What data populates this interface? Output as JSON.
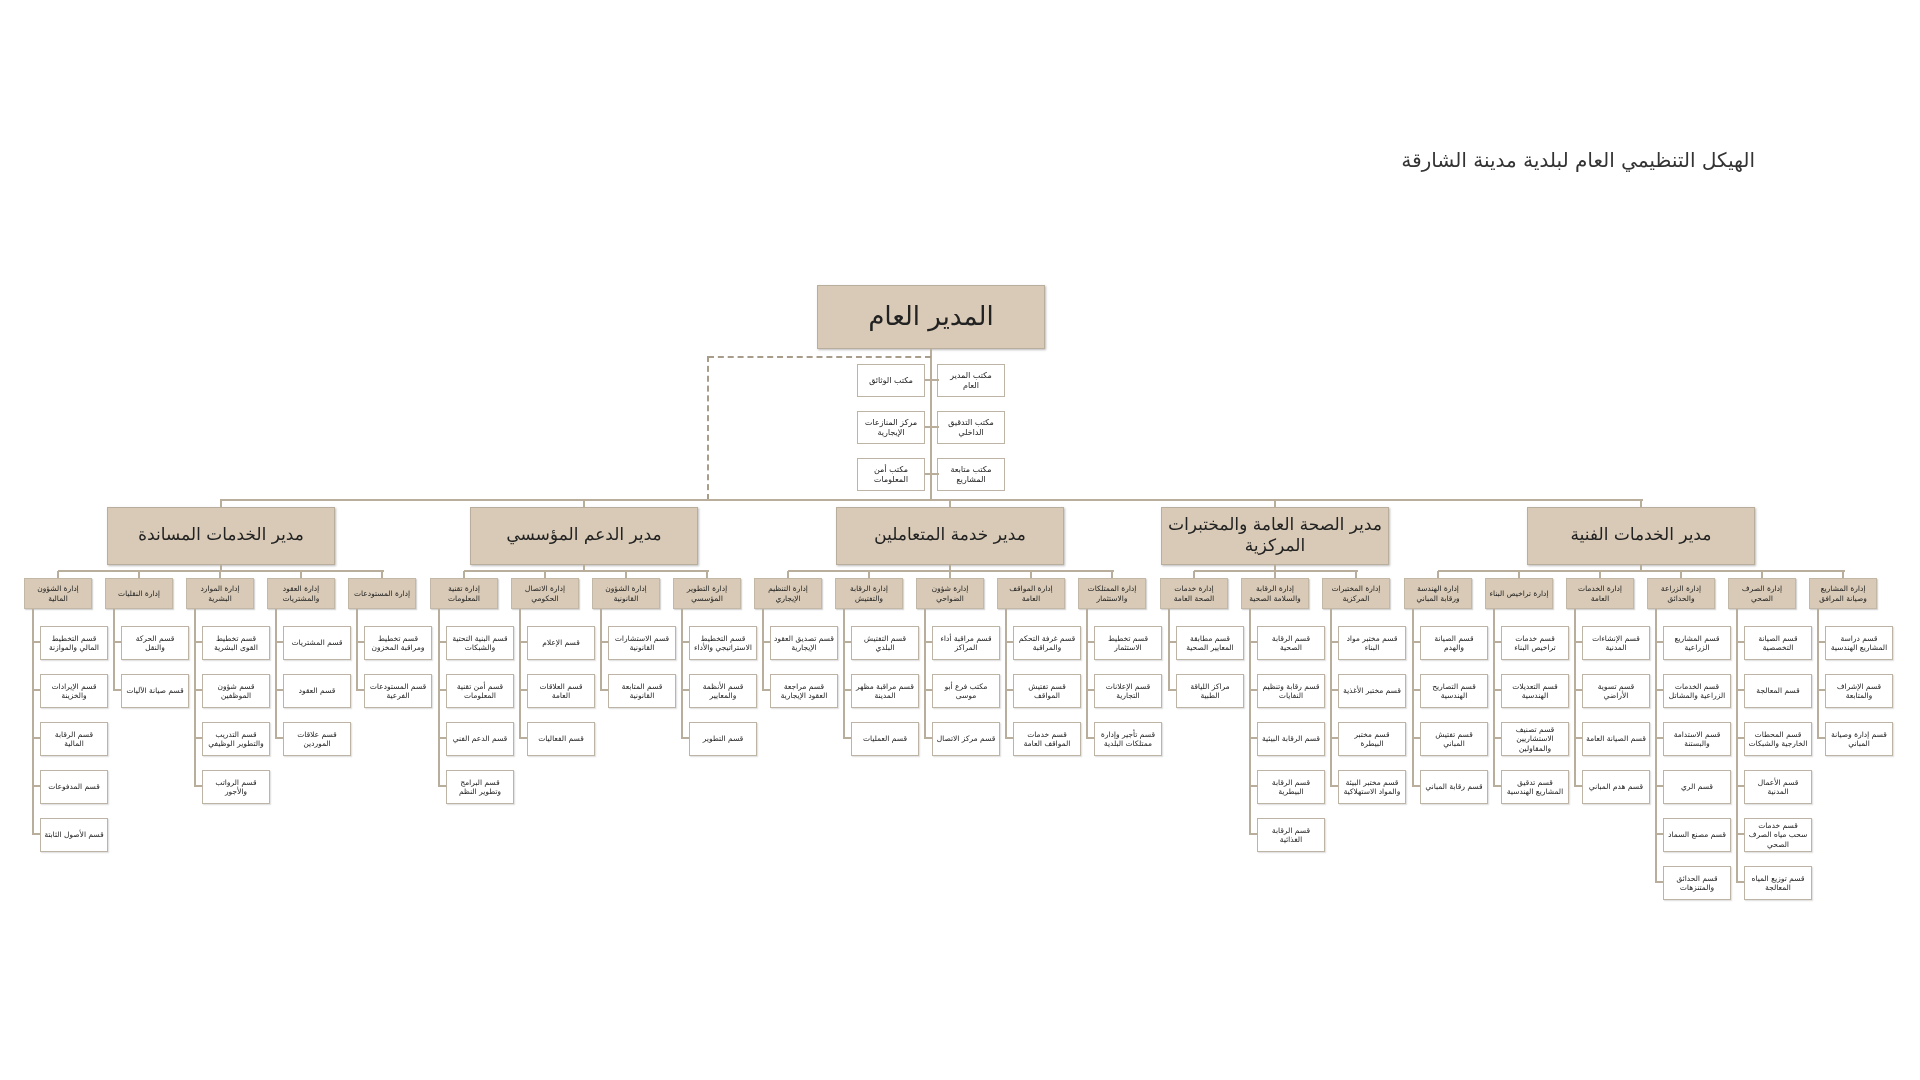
{
  "title": "الهيكل التنظيمي العام لبلدية مدينة الشارقة",
  "general_manager": {
    "label": "المدير العام",
    "offices_right": [
      "مكتب المدير العام",
      "مكتب التدقيق الداخلي",
      "مكتب متابعة المشاريع"
    ],
    "offices_left": [
      "مكتب الوثائق",
      "مركز المنازعات الإيجارية",
      "مكتب أمن المعلومات"
    ]
  },
  "directors": [
    {
      "label": "مدير الخدمات المساندة",
      "departments": [
        {
          "label": "إدارة الشؤون المالية",
          "sections": [
            "قسم التخطيط المالي والموازنة",
            "قسم الإيرادات والخزينة",
            "قسم الرقابة المالية",
            "قسم المدفوعات",
            "قسم الأصول الثابتة"
          ]
        },
        {
          "label": "إدارة النقليات",
          "sections": [
            "قسم الحركة والنقل",
            "قسم صيانة الآليات"
          ]
        },
        {
          "label": "إدارة الموارد البشرية",
          "sections": [
            "قسم تخطيط القوى البشرية",
            "قسم شؤون الموظفين",
            "قسم التدريب والتطوير الوظيفي",
            "قسم الرواتب والأجور"
          ]
        },
        {
          "label": "إدارة العقود والمشتريات",
          "sections": [
            "قسم المشتريات",
            "قسم العقود",
            "قسم علاقات الموردين"
          ]
        },
        {
          "label": "إدارة المستودعات",
          "sections": [
            "قسم تخطيط ومراقبة المخزون",
            "قسم المستودعات الفرعية"
          ]
        }
      ]
    },
    {
      "label": "مدير الدعم المؤسسي",
      "departments": [
        {
          "label": "إدارة تقنية المعلومات",
          "sections": [
            "قسم البنية التحتية والشبكات",
            "قسم أمن تقنية المعلومات",
            "قسم الدعم الفني",
            "قسم البرامج وتطوير النظم"
          ]
        },
        {
          "label": "إدارة الاتصال الحكومي",
          "sections": [
            "قسم الإعلام",
            "قسم العلاقات العامة",
            "قسم الفعاليات"
          ]
        },
        {
          "label": "إدارة الشؤون القانونية",
          "sections": [
            "قسم الاستشارات القانونية",
            "قسم المتابعة القانونية"
          ]
        },
        {
          "label": "إدارة التطوير المؤسسي",
          "sections": [
            "قسم التخطيط الاستراتيجي والأداء",
            "قسم الأنظمة والمعايير",
            "قسم التطوير"
          ]
        }
      ]
    },
    {
      "label": "مدير خدمة المتعاملين",
      "departments": [
        {
          "label": "إدارة التنظيم الإيجاري",
          "sections": [
            "قسم تصديق العقود الإيجارية",
            "قسم مراجعة العقود الإيجارية"
          ]
        },
        {
          "label": "إدارة الرقابة والتفتيش",
          "sections": [
            "قسم التفتيش البلدي",
            "قسم مراقبة مظهر المدينة",
            "قسم العمليات"
          ]
        },
        {
          "label": "إدارة شؤون الضواحي",
          "sections": [
            "قسم مراقبة أداء المراكز",
            "مكتب فرع أبو موسى",
            "قسم مركز الاتصال"
          ]
        },
        {
          "label": "إدارة المواقف العامة",
          "sections": [
            "قسم غرفة التحكم والمراقبة",
            "قسم تفتيش المواقف",
            "قسم خدمات المواقف العامة"
          ]
        },
        {
          "label": "إدارة الممتلكات والاستثمار",
          "sections": [
            "قسم تخطيط الاستثمار",
            "قسم الإعلانات التجارية",
            "قسم تأجير وإدارة ممتلكات البلدية"
          ]
        }
      ]
    },
    {
      "label": "مدير الصحة العامة والمختبرات المركزية",
      "departments": [
        {
          "label": "إدارة خدمات الصحة العامة",
          "sections": [
            "قسم مطابقة المعايير الصحية",
            "مراكز اللياقة الطبية"
          ]
        },
        {
          "label": "إدارة الرقابة والسلامة الصحية",
          "sections": [
            "قسم الرقابة الصحية",
            "قسم رقابة وتنظيم النفايات",
            "قسم الرقابة البيئية",
            "قسم الرقابة البيطرية",
            "قسم الرقابة الغذائية"
          ]
        },
        {
          "label": "إدارة المختبرات المركزية",
          "sections": [
            "قسم مختبر مواد البناء",
            "قسم مختبر الأغذية",
            "قسم مختبر البيطرة",
            "قسم مختبر البيئة والمواد الاستهلاكية"
          ]
        }
      ]
    },
    {
      "label": "مدير الخدمات الفنية",
      "departments": [
        {
          "label": "إدارة الهندسة ورقابة المباني",
          "sections": [
            "قسم الصيانة والهدم",
            "قسم التصاريح الهندسية",
            "قسم تفتيش المباني",
            "قسم رقابة المباني"
          ]
        },
        {
          "label": "إدارة تراخيص البناء",
          "sections": [
            "قسم خدمات تراخيص البناء",
            "قسم التعديلات الهندسية",
            "قسم تصنيف الاستشاريين والمقاولين",
            "قسم تدقيق المشاريع الهندسية"
          ]
        },
        {
          "label": "إدارة الخدمات العامة",
          "sections": [
            "قسم الإنشاءات المدنية",
            "قسم تسوية الأراضي",
            "قسم الصيانة العامة",
            "قسم هدم المباني"
          ]
        },
        {
          "label": "إدارة الزراعة والحدائق",
          "sections": [
            "قسم المشاريع الزراعية",
            "قسم الخدمات الزراعية والمشاتل",
            "قسم الاستدامة والبستنة",
            "قسم الري",
            "قسم مصنع السماد",
            "قسم الحدائق والمتنزهات"
          ]
        },
        {
          "label": "إدارة الصرف الصحي",
          "sections": [
            "قسم الصيانة التخصصية",
            "قسم المعالجة",
            "قسم المحطات الخارجية والشبكات",
            "قسم الأعمال المدنية",
            "قسم خدمات سحب مياه الصرف الصحي",
            "قسم توزيع المياه المعالجة"
          ]
        },
        {
          "label": "إدارة المشاريع وصيانة المرافق",
          "sections": [
            "قسم دراسة المشاريع الهندسية",
            "قسم الإشراف والمتابعة",
            "قسم إدارة وصيانة المباني"
          ]
        }
      ]
    }
  ]
}
